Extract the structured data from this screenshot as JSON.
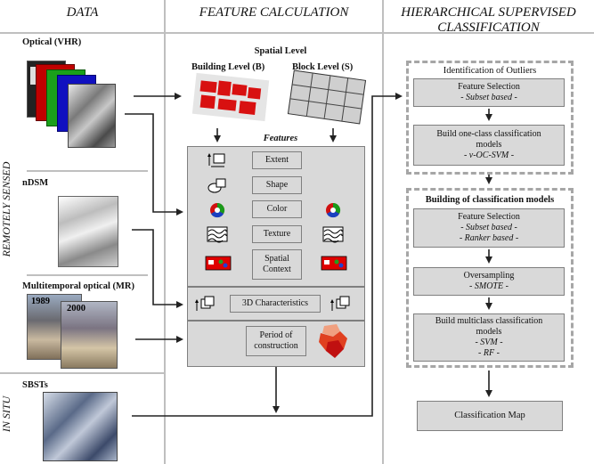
{
  "columns": {
    "data": "DATA",
    "feature": "FEATURE CALCULATION",
    "hierarchical_line1": "HIERARCHICAL SUPERVISED",
    "hierarchical_line2": "CLASSIFICATION"
  },
  "side_labels": {
    "remotely_sensed": "REMOTELY SENSED",
    "in_situ": "IN SITU"
  },
  "data_sources": {
    "optical": "Optical (VHR)",
    "ndsm": "nDSM",
    "multitemporal": "Multitemporal optical (MR)",
    "year_1989": "1989",
    "year_2000": "2000",
    "sbsts": "SBSTs"
  },
  "feature_calc": {
    "spatial_level": "Spatial Level",
    "building_level": "Building Level (B)",
    "block_level": "Block Level (S)",
    "features": "Features",
    "extent": "Extent",
    "shape": "Shape",
    "color": "Color",
    "texture": "Texture",
    "spatial_context_1": "Spatial",
    "spatial_context_2": "Context",
    "three_d": "3D Characteristics",
    "period_1": "Period of",
    "period_2": "construction"
  },
  "classification": {
    "outliers_title": "Identification of Outliers",
    "fs1_title": "Feature Selection",
    "fs1_sub": "- Subset based -",
    "occ_title_1": "Build  one-class classification",
    "occ_title_2": "models",
    "occ_sub": "- v-OC-SVM -",
    "models_title": "Building of classification models",
    "fs2_title": "Feature Selection",
    "fs2_sub1": "- Subset based -",
    "fs2_sub2": "- Ranker based -",
    "over_title": "Oversampling",
    "over_sub": "- SMOTE -",
    "multi_title_1": "Build  multiclass classification",
    "multi_title_2": "models",
    "multi_sub1": "- SVM  -",
    "multi_sub2": "- RF -",
    "map": "Classification Map"
  }
}
